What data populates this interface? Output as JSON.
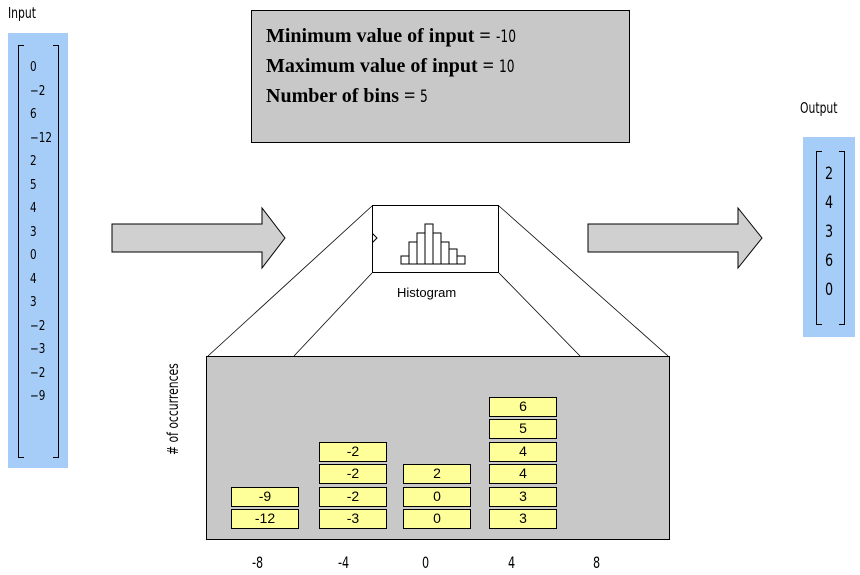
{
  "input": {
    "label": "Input",
    "values": [
      "0",
      "−2",
      "6",
      "−12",
      "2",
      "5",
      "4",
      "3",
      "0",
      "4",
      "3",
      "−2",
      "−3",
      "−2",
      "−9"
    ]
  },
  "params": {
    "min_label": "Minimum value of input = ",
    "min_value": "-10",
    "max_label": "Maximum value of input = ",
    "max_value": "10",
    "bins_label": "Number of bins = ",
    "bins_value": "5"
  },
  "block": {
    "label": "Histogram"
  },
  "output": {
    "label": "Output",
    "values": [
      "2",
      "4",
      "3",
      "6",
      "0"
    ]
  },
  "chart_data": {
    "type": "bar",
    "ylabel": "# of occurrences",
    "xticks": [
      "-8",
      "-4",
      "0",
      "4",
      "8"
    ],
    "bins": [
      {
        "center": "-8",
        "count": 2,
        "values": [
          "-12",
          "-9"
        ]
      },
      {
        "center": "-4",
        "count": 4,
        "values": [
          "-3",
          "-2",
          "-2",
          "-2"
        ]
      },
      {
        "center": "0",
        "count": 3,
        "values": [
          "0",
          "0",
          "2"
        ]
      },
      {
        "center": "4",
        "count": 6,
        "values": [
          "3",
          "3",
          "4",
          "4",
          "5",
          "6"
        ]
      },
      {
        "center": "8",
        "count": 0,
        "values": []
      }
    ]
  },
  "colors": {
    "vector_bg": "#a6cdf7",
    "box_bg": "#c8c8c8",
    "cell_bg": "#ffff99",
    "arrow_fill": "#d0d0d0"
  }
}
